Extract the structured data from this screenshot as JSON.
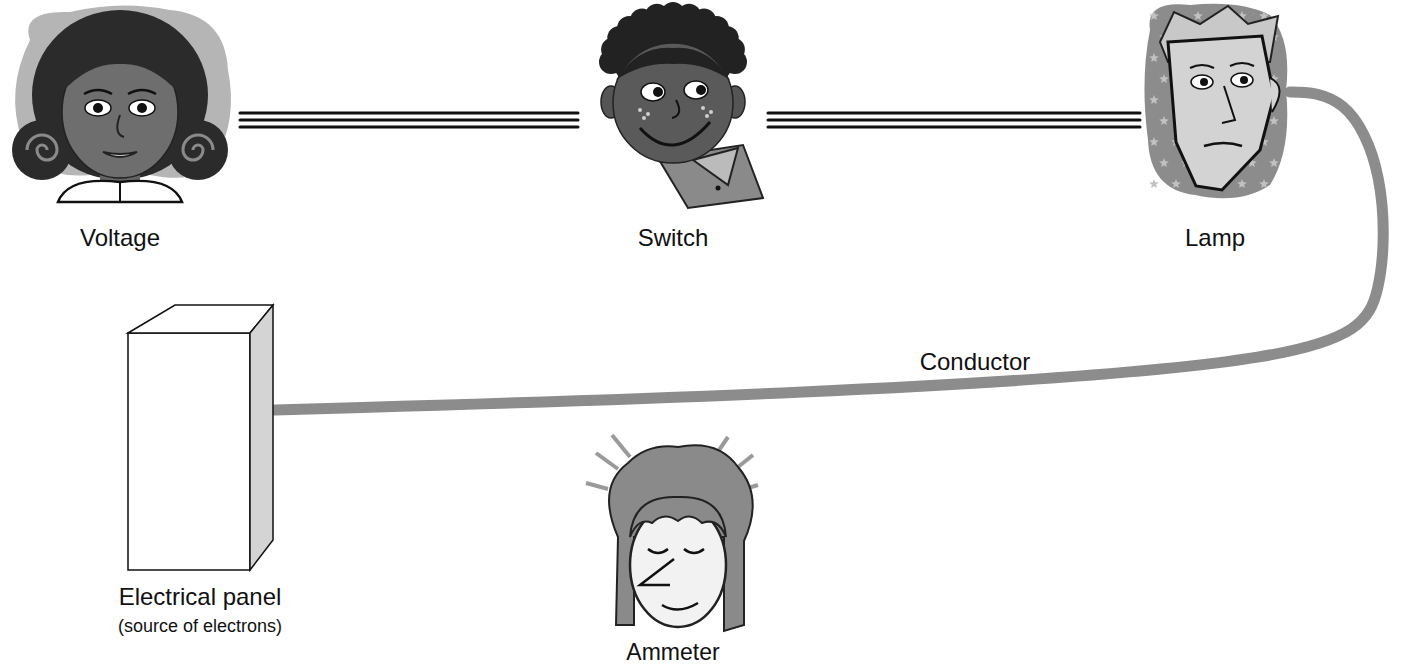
{
  "diagram": {
    "nodes": [
      {
        "text": [
          "Voltage"
        ]
      },
      {
        "text": [
          "Switch"
        ]
      },
      {
        "text": [
          "Lamp"
        ]
      },
      {
        "text": [
          "Electrical panel",
          "(source of electrons)"
        ]
      },
      {
        "text": [
          "Ammeter"
        ]
      }
    ],
    "edges": [
      {
        "from": 0,
        "to": 1,
        "arrow": "none"
      },
      {
        "from": 1,
        "to": 2,
        "arrow": "none"
      },
      {
        "from": 2,
        "to": 3,
        "arrow": "none",
        "label": "Conductor"
      }
    ]
  }
}
